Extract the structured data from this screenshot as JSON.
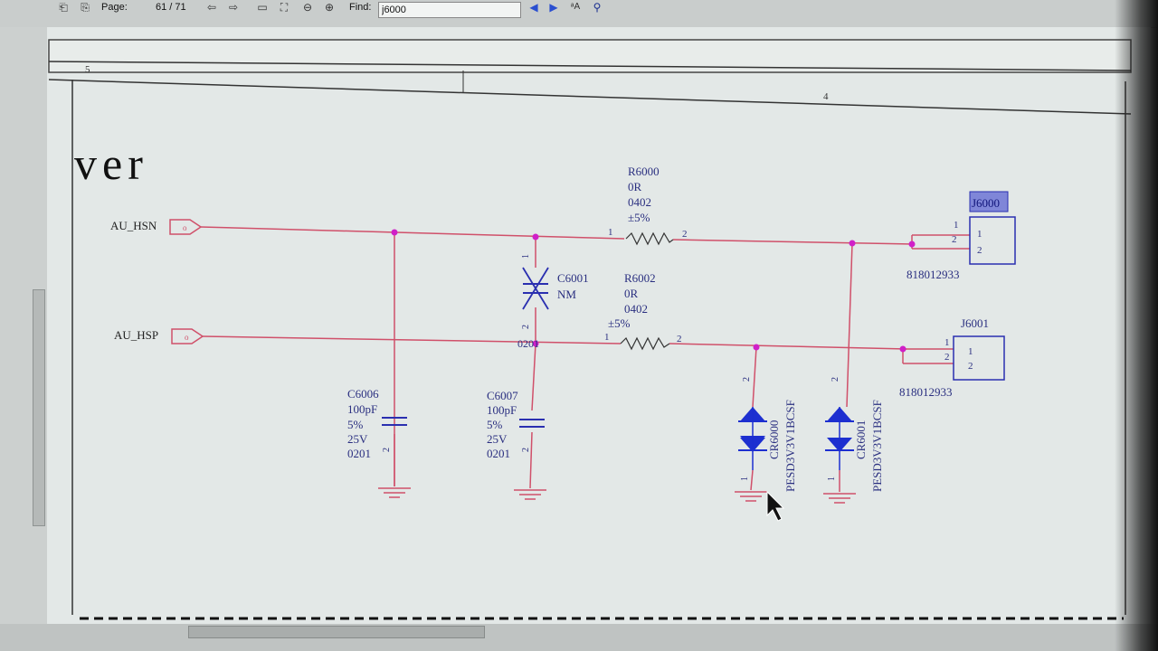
{
  "toolbar": {
    "page_label": "Page:",
    "page_value": "61 / 71",
    "find_label": "Find:",
    "find_value": "j6000"
  },
  "zones": {
    "left": "5",
    "right": "4"
  },
  "sheet_title": "ver",
  "ports": {
    "hsn": "AU_HSN",
    "hsp": "AU_HSP",
    "port_pin": "o"
  },
  "components": {
    "r6000": {
      "ref": "R6000",
      "value": "0R",
      "package": "0402",
      "tolerance": "±5%",
      "pin1": "1",
      "pin2": "2"
    },
    "r6002": {
      "ref": "R6002",
      "value": "0R",
      "package": "0402",
      "tolerance": "±5%",
      "pin1": "1",
      "pin2": "2"
    },
    "c6001": {
      "ref": "C6001",
      "value": "NM",
      "package": "0201",
      "pin1": "1",
      "pin2": "2"
    },
    "c6006": {
      "ref": "C6006",
      "value": "100pF",
      "tolerance": "5%",
      "voltage": "25V",
      "package": "0201",
      "pin2": "2"
    },
    "c6007": {
      "ref": "C6007",
      "value": "100pF",
      "tolerance": "5%",
      "voltage": "25V",
      "package": "0201",
      "pin2": "2"
    },
    "cr6000": {
      "ref": "CR6000",
      "part": "PESD3V3V1BCSF",
      "pin1": "1",
      "pin2": "2"
    },
    "cr6001": {
      "ref": "CR6001",
      "part": "PESD3V3V1BCSF",
      "pin1": "1",
      "pin2": "2"
    },
    "j6000": {
      "ref": "J6000",
      "part": "818012933",
      "pin1": "1",
      "pin2": "2"
    },
    "j6001": {
      "ref": "J6001",
      "part": "818012933",
      "pin1": "1",
      "pin2": "2"
    }
  },
  "colors": {
    "wire": "#d0506a",
    "junction": "#d020c8",
    "symbol": "#2a2fb0",
    "text": "#2a2f80",
    "highlight": "#7f86d8"
  }
}
